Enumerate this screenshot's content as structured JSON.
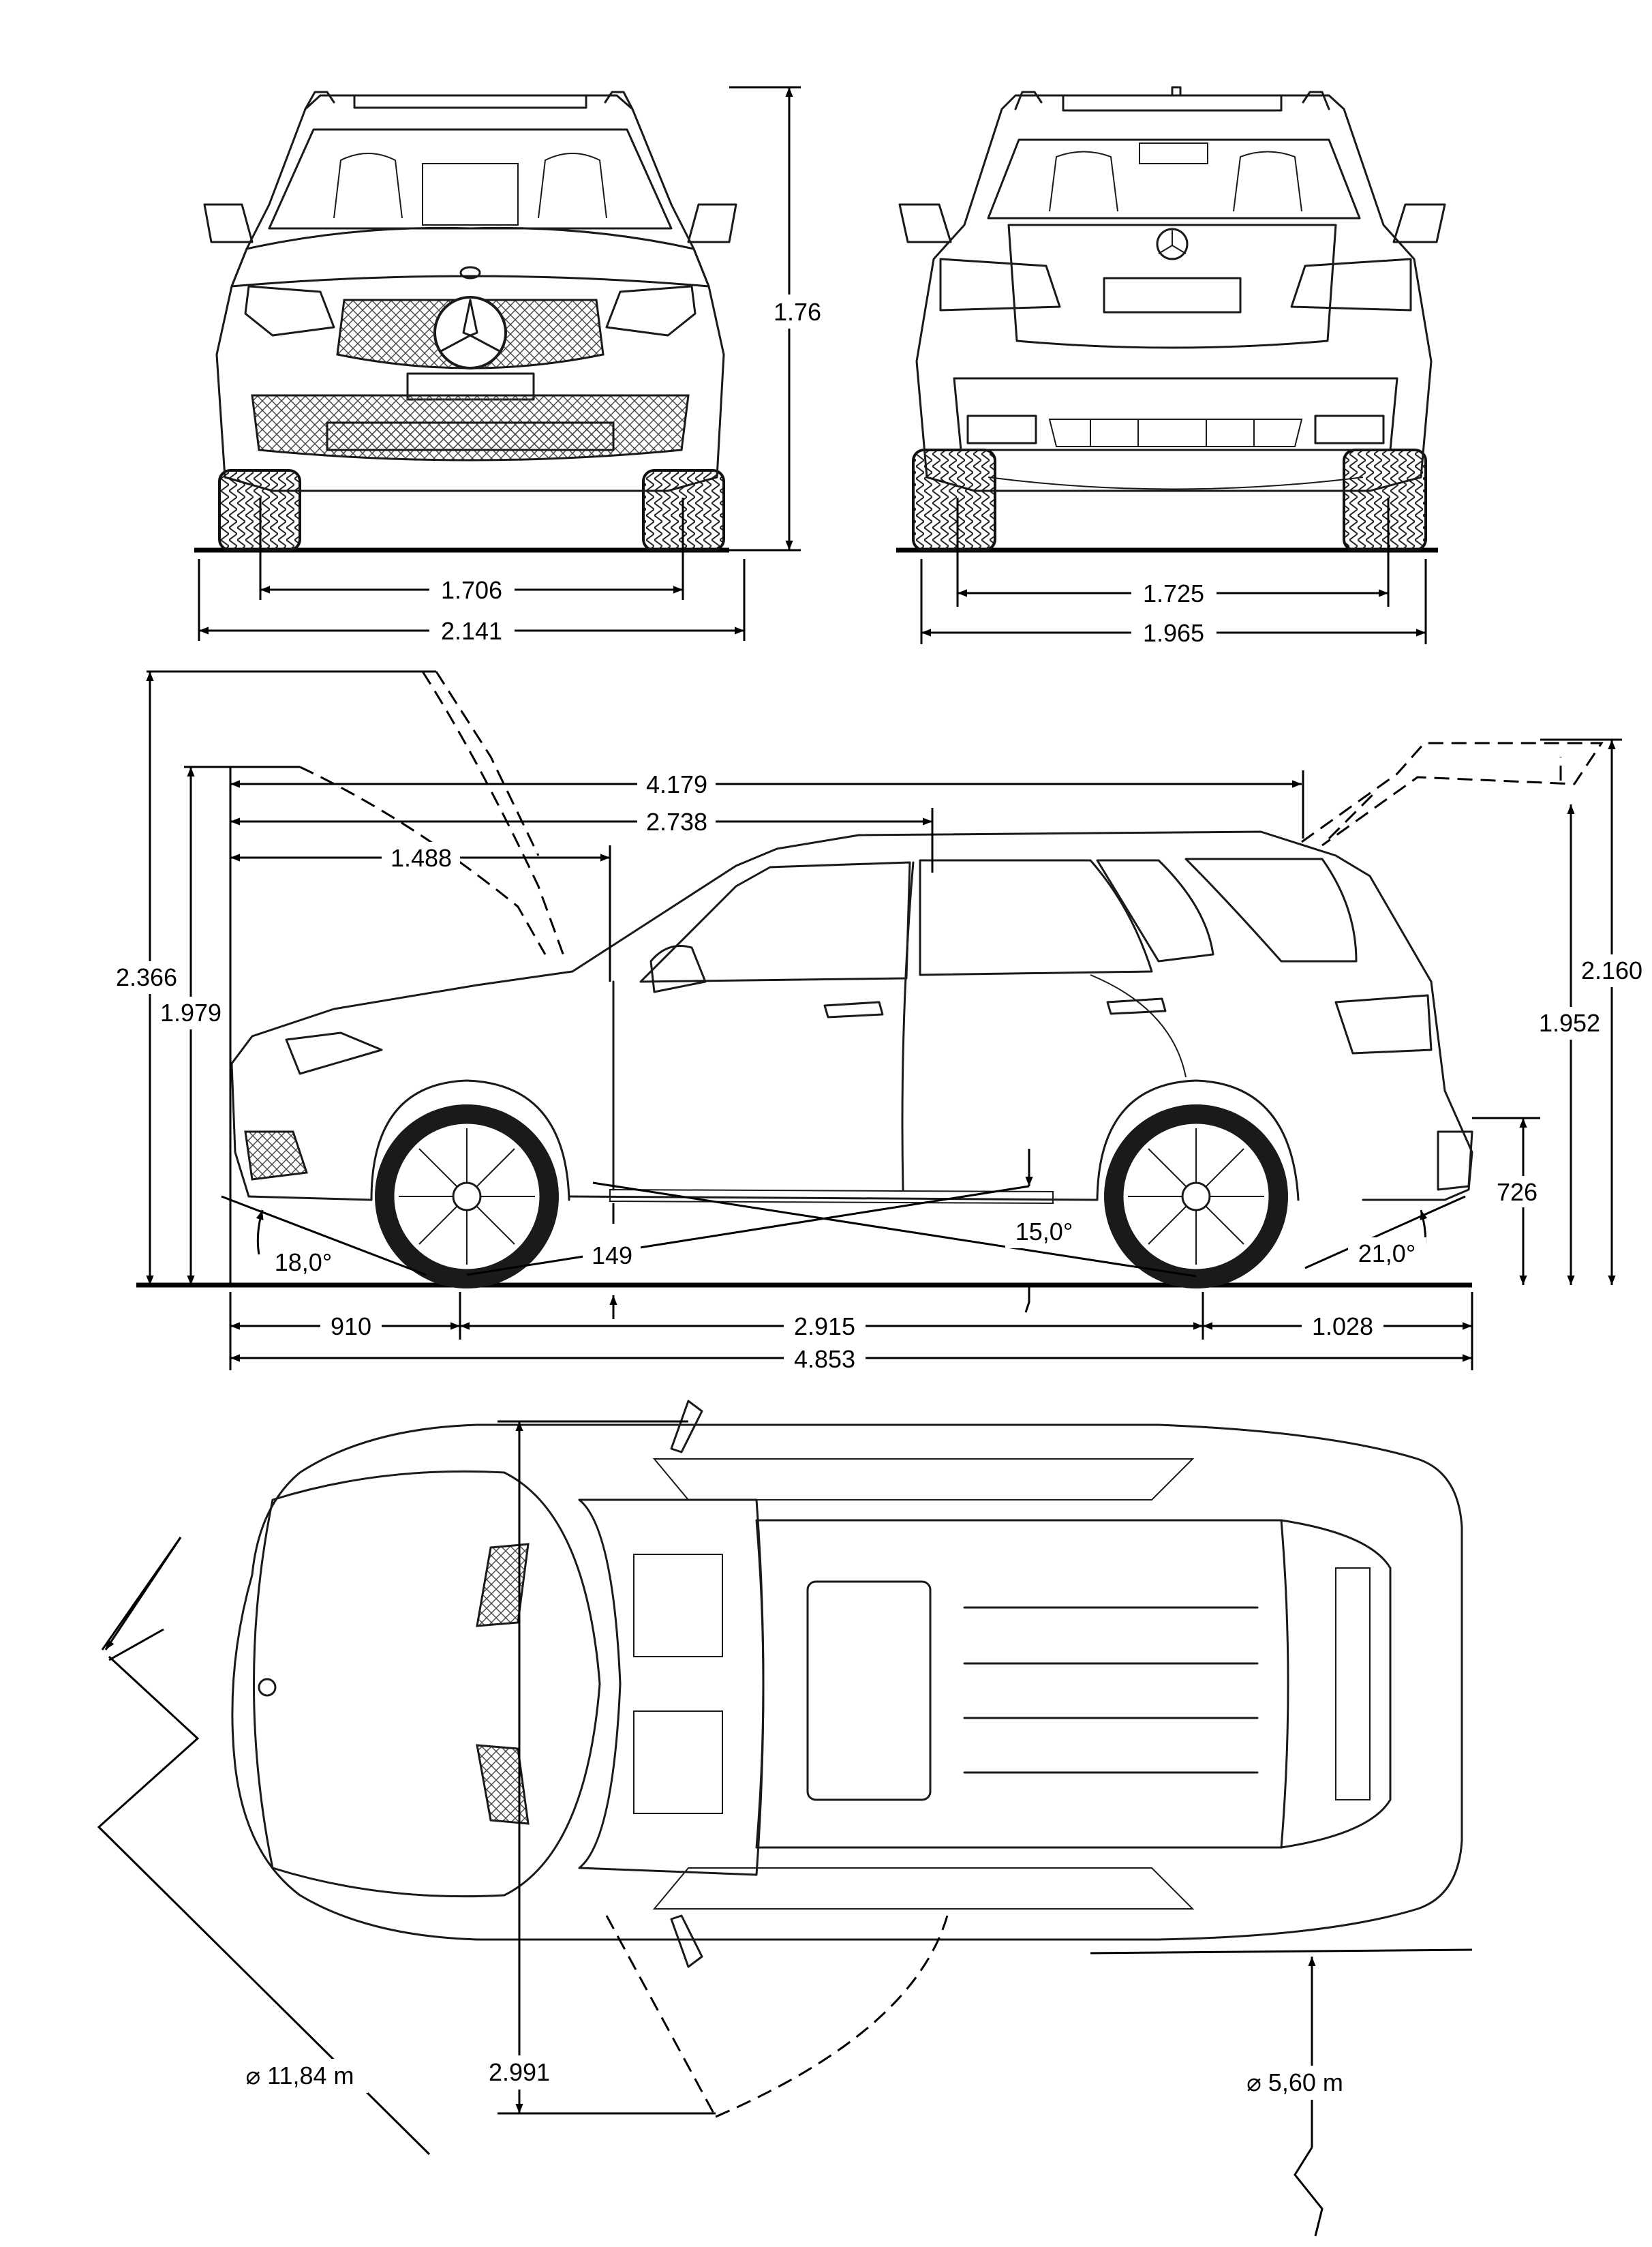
{
  "front_view": {
    "height_label": "1.76",
    "track_label": "1.706",
    "width_label": "2.141"
  },
  "rear_view": {
    "track_label": "1.725",
    "width_label": "1.965"
  },
  "side_view": {
    "hood_open_height": "2.366",
    "height_front": "1.979",
    "rear_hatch_height": "2.160",
    "height_rear": "1.952",
    "rear_sill_height": "726",
    "len_4179": "4.179",
    "len_2738": "2.738",
    "len_1488": "1.488",
    "ground_clearance": "149",
    "approach_angle": "18,0°",
    "breakover_angle": "15,0°",
    "departure_angle": "21,0°",
    "front_overhang": "910",
    "wheelbase": "2.915",
    "rear_overhang": "1.028",
    "overall_length": "4.853"
  },
  "top_view": {
    "turning_circle": "⌀ 11,84 m",
    "door_open_width": "2.991",
    "tight_turn": "⌀ 5,60 m"
  }
}
